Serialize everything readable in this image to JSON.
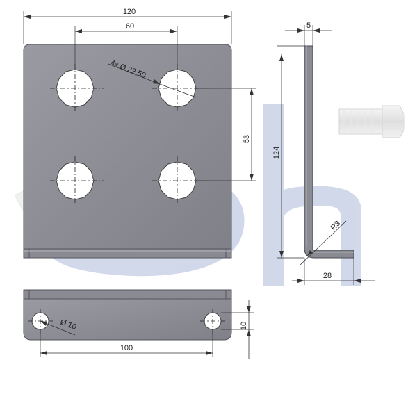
{
  "front_view": {
    "width_label": "120",
    "hole_spacing_x_label": "60",
    "hole_callout_label": "4x Ø 22,50",
    "hole_spacing_y_label": "53"
  },
  "side_view": {
    "thickness_label": "5",
    "height_label": "124",
    "bend_radius_label": "R3",
    "leg_length_label": "28"
  },
  "bottom_view": {
    "hole_label": "Ø 10",
    "hole_spacing_label": "100",
    "height_label": "10"
  },
  "colors": {
    "plate_fill": "#8e8e96",
    "plate_edge": "#55555d",
    "watermark": "#c9d2e6",
    "hole_fill": "#ffffff"
  },
  "icons": {
    "watermark": "sh-logo-watermark",
    "bolt": "bolt-icon",
    "screw": "screw-icon"
  }
}
